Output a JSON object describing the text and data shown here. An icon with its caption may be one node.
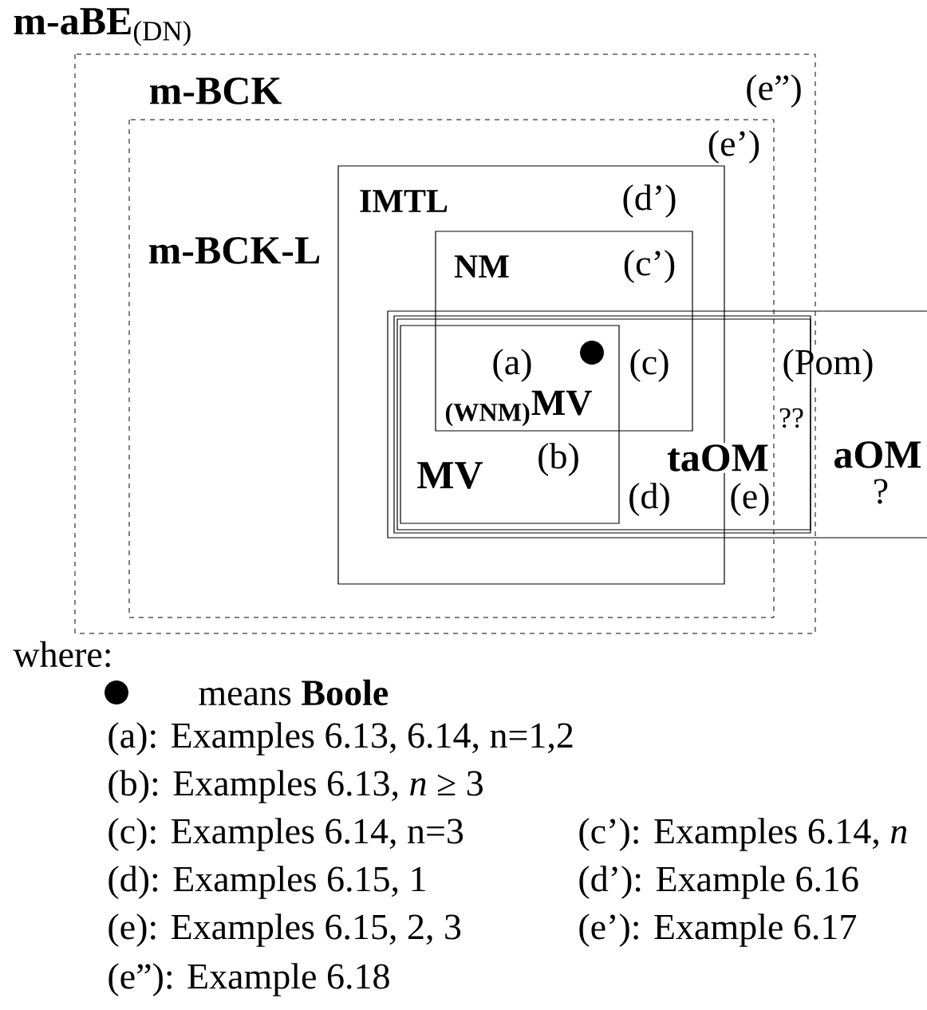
{
  "diagram": {
    "title": "**m-aBE**$_{(DN)}$",
    "nodes": [
      {
        "text": [
          "m-BCK",
          "(e”)"
        ]
      },
      {
        "text": [
          "m-BCK-L",
          "(e’)"
        ],
        "in": 0
      },
      {
        "text": [
          "IMTL",
          "(d’)"
        ],
        "in": 1
      },
      {
        "text": [
          "NM",
          "(c’)"
        ],
        "in": 2
      },
      {
        "text": [
          "(Pom)",
          "aOM",
          "?"
        ]
      },
      {
        "text": [
          "taOM",
          "??",
          "(d)",
          "(e)"
        ]
      },
      {
        "text": [
          "MV",
          "(b)"
        ]
      }
    ],
    "edges": [],
    "labels": [
      "(a)",
      "(c)",
      "$_{(WNM)}$**MV**",
      "where:",
      "(a): Examples 6.13, 6.14, n=1,2",
      "(b): Examples 6.13, *n* ≥ 3",
      "(c): Examples 6.14, n=3",
      "(c’): Examples 6.14, *n*",
      "(d): Examples 6.15, 1",
      "(d’): Example 6.16",
      "(e): Examples 6.15, 2, 3",
      "(e’): Example 6.17",
      "(e”): Example 6.18"
    ],
    "legend": [
      {
        "text": "means **Boole**"
      }
    ]
  }
}
